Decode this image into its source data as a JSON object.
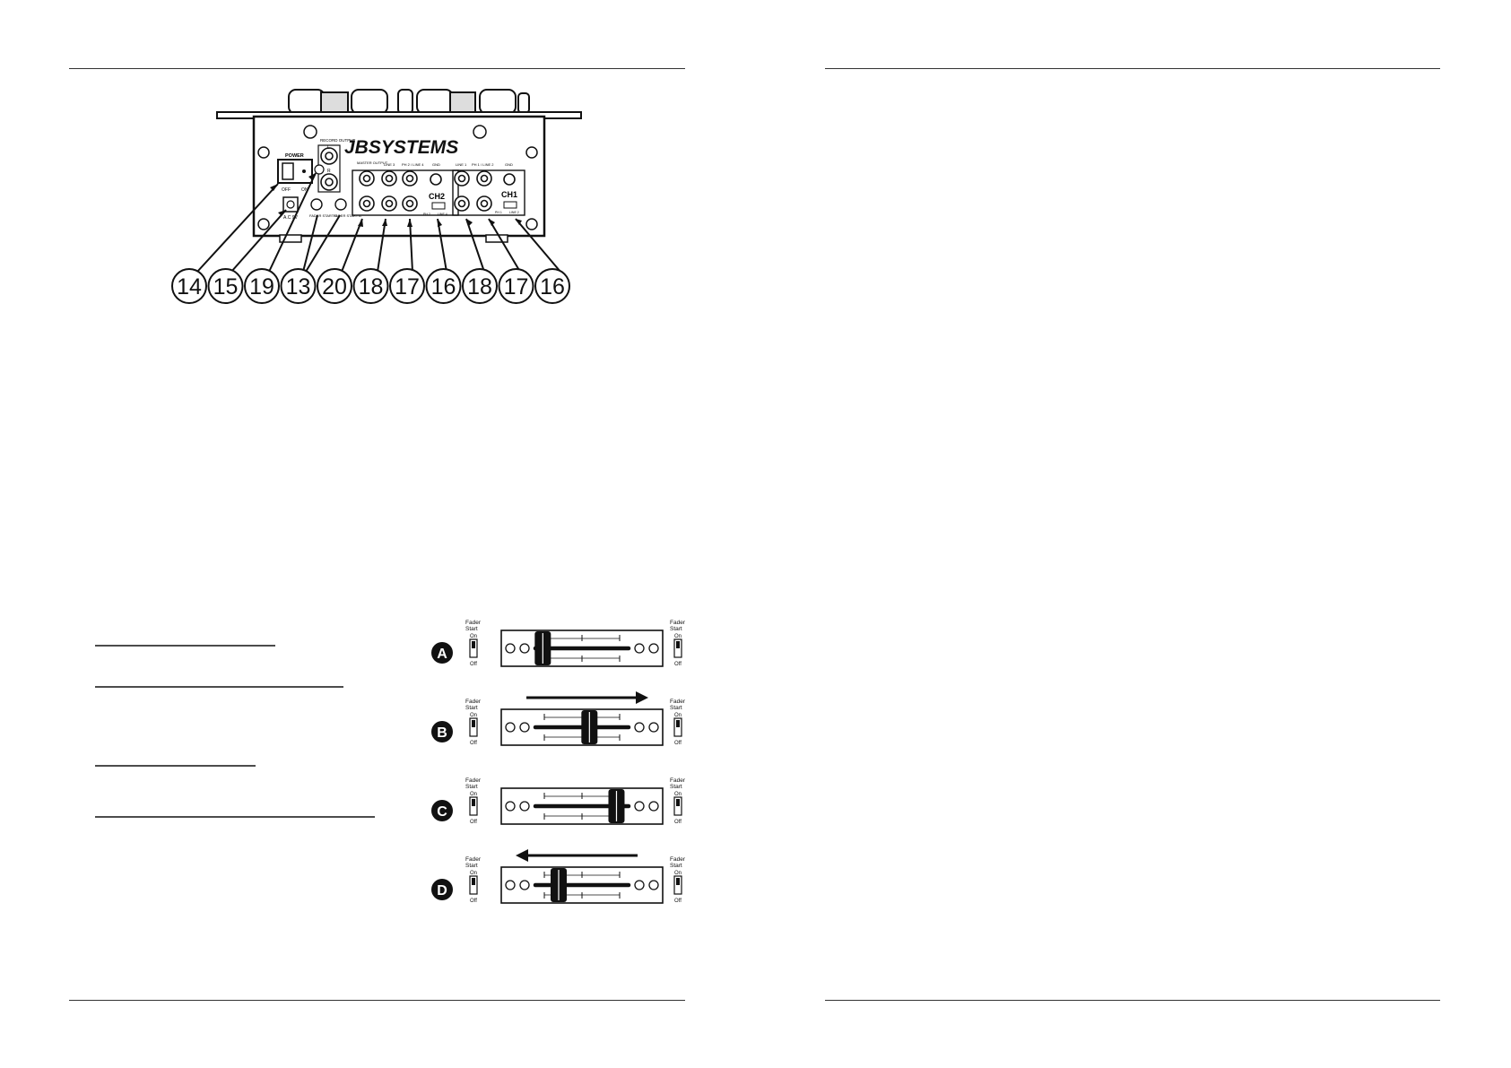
{
  "device": {
    "brand": "JBSYSTEMS",
    "power_label": "POWER",
    "off_label": "OFF",
    "on_label": "ON",
    "ac_label": "A.C 9V",
    "record_output_label": "RECORD OUTPUT",
    "record_l": "L",
    "record_r": "R",
    "fader_start_b": "FADER START B",
    "fader_start_a": "FADER START A",
    "master_output_label": "MASTER OUTPUT",
    "line3_label": "LINE 3",
    "ph2_line4_label": "PH 2 / LINE 4",
    "gnd_label": "GND",
    "line1_label": "LINE 1",
    "ph1_line2_label": "PH 1 / LINE 2",
    "ch2_label": "CH2",
    "ch1_label": "CH1",
    "ph2_label": "PH 2",
    "line4_label": "LINE 4",
    "ph1_label": "PH 1",
    "line2_label": "LINE 2"
  },
  "callouts": [
    "14",
    "15",
    "19",
    "13",
    "20",
    "18",
    "17",
    "16",
    "18",
    "17",
    "16"
  ],
  "fader_figure": {
    "switch_top": "Fader",
    "switch_top2": "Start",
    "on": "On",
    "off": "Off",
    "rows": [
      {
        "letter": "A",
        "fader_position": 0.08,
        "arrow": "none"
      },
      {
        "letter": "B",
        "fader_position": 0.58,
        "arrow": "right"
      },
      {
        "letter": "C",
        "fader_position": 0.87,
        "arrow": "none"
      },
      {
        "letter": "D",
        "fader_position": 0.25,
        "arrow": "left"
      }
    ]
  }
}
